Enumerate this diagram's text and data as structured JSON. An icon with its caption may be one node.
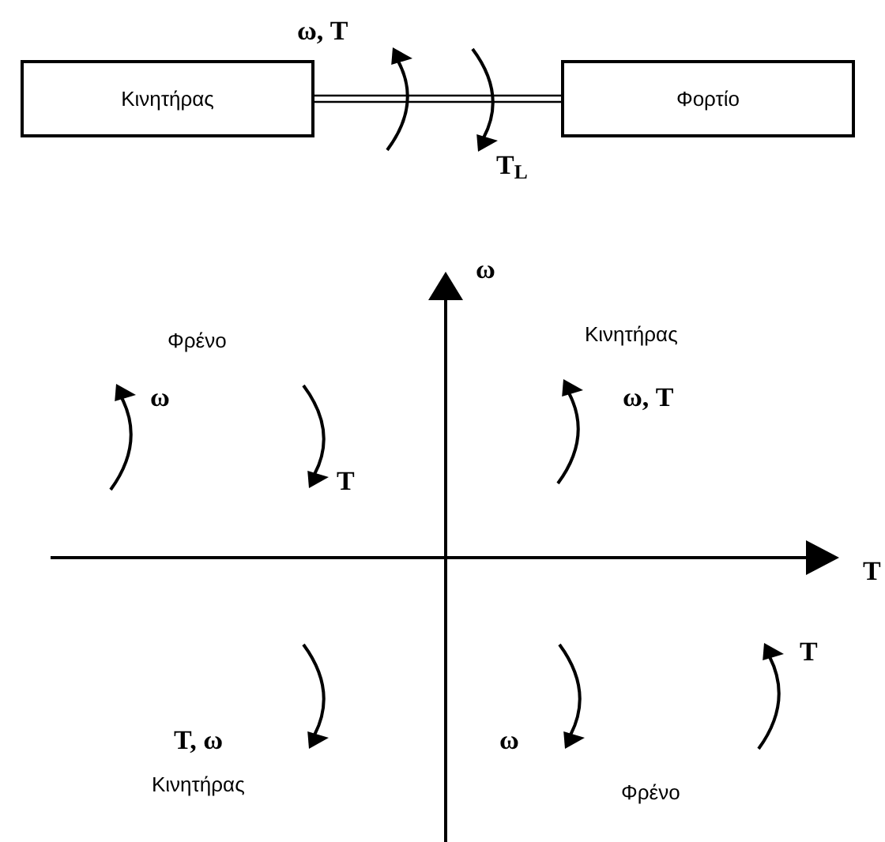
{
  "diagram": {
    "nodes": [
      {
        "text": [
          "Κινητήρας"
        ]
      },
      {
        "text": [
          "Φορτίο"
        ]
      }
    ],
    "edges": [
      {
        "from": 0,
        "to": 1,
        "arrow": "none"
      }
    ],
    "labels": [
      "ω, T",
      "T$_{L}$",
      "ω",
      "Φρένο",
      "Κινητήρας",
      "ω",
      "ω, T",
      "T",
      "T",
      "T",
      "T, ω",
      "ω",
      "Κινητήρας",
      "Φρένο"
    ]
  }
}
